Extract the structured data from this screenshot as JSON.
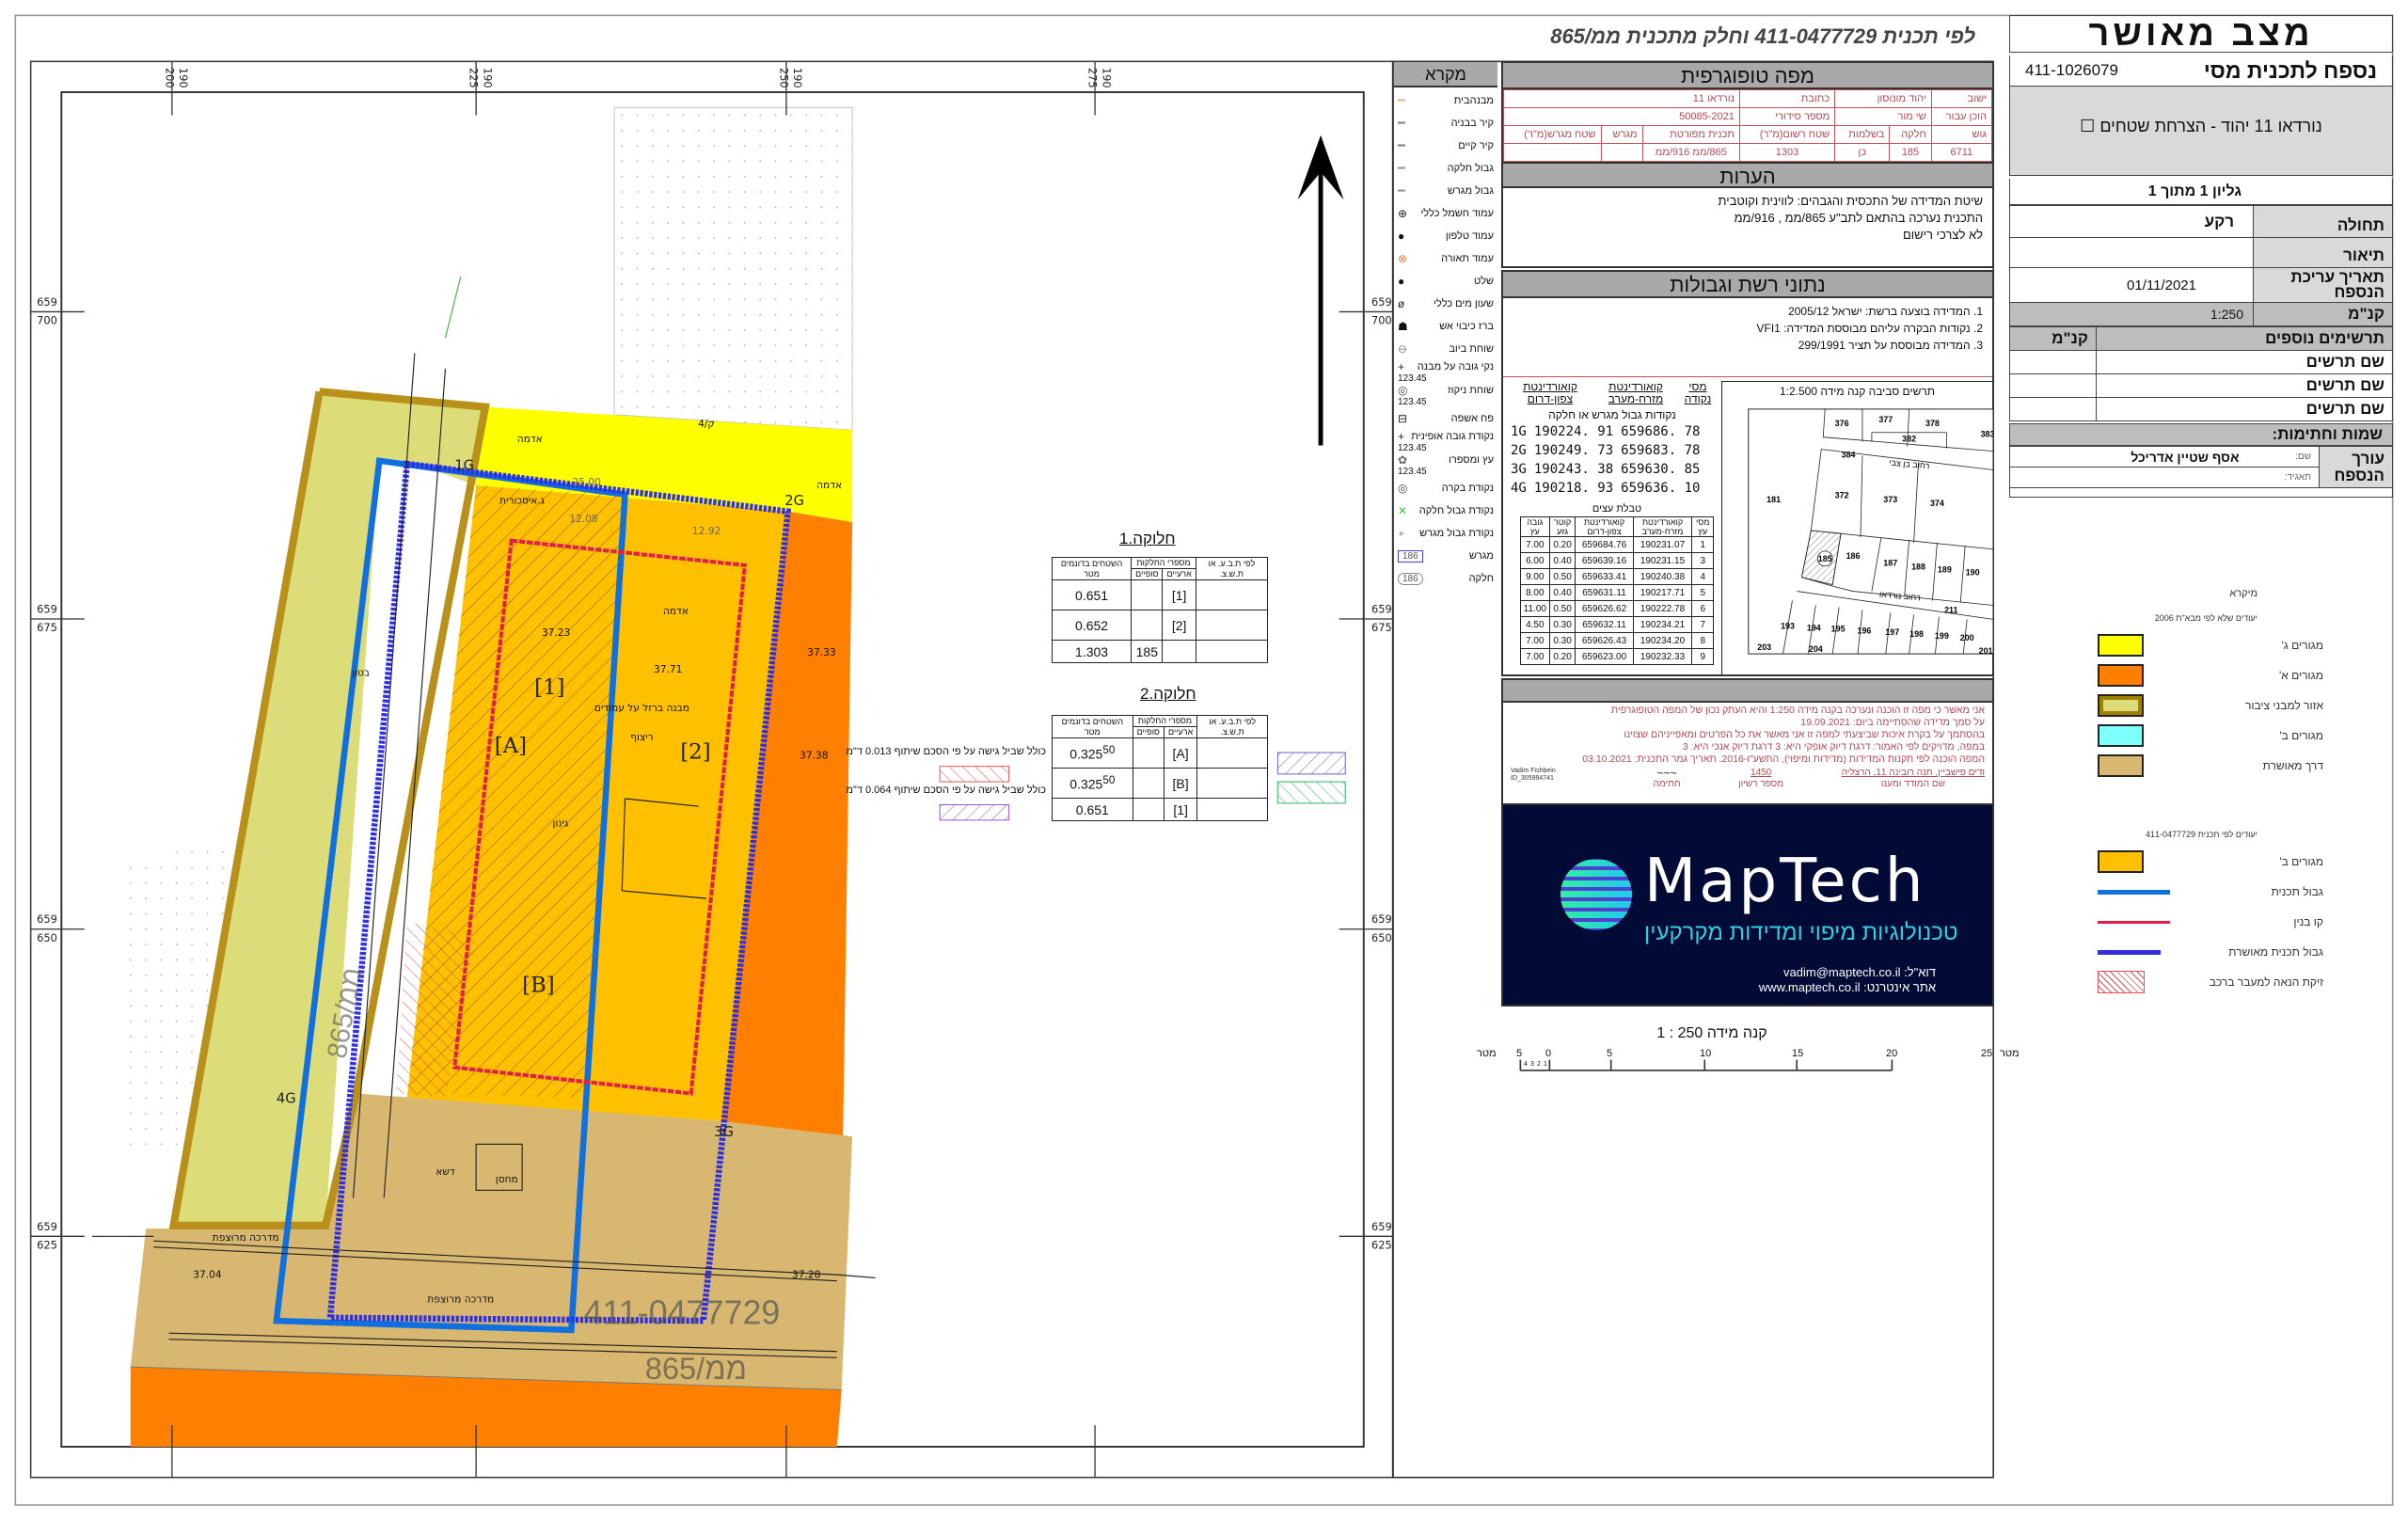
{
  "header": {
    "title": "לפי תכנית 411-0477729 וחלק מתכנית ממ/865"
  },
  "title_block": {
    "status": "מצב מאושר",
    "appendix_label": "נספח לתכנית מסי",
    "plan_number": "411-1026079",
    "project_name": "נורדאו 11 יהוד - הצרחת שטחים",
    "sheet": "גליון 1 מתוך 1",
    "rows": [
      {
        "label": "תחולה",
        "value": "רקע"
      },
      {
        "label": "תיאור",
        "value": ""
      },
      {
        "label": "תאריך עריכת הנספח",
        "value": "01/11/2021"
      },
      {
        "label": "קנ\"מ",
        "value": "1:250"
      }
    ],
    "extra_header": "תרשימים נוספים",
    "extra_scale_header": "קנ\"מ",
    "extra_items": [
      "שם תרשים",
      "שם תרשים",
      "שם תרשים"
    ],
    "signatures_header": "שמות וחתימות:",
    "editor_label": "עורך הנספח",
    "name_label": "שם:",
    "name_value": "אסף שטיין אדריכל",
    "id_label": "תאגיד:"
  },
  "zoning_legend": {
    "title": "מיקרא",
    "group1": "יעודים שלא לפי מבא\"ת 2006",
    "items1": [
      {
        "label": "מגורים ג'",
        "color": "#ffff00"
      },
      {
        "label": "מגורים א'",
        "color": "#ff8000"
      },
      {
        "label": "אזור למבני ציבור",
        "color": "#dcdc78"
      },
      {
        "label": "מגורים ב'",
        "color": "#80ffff"
      },
      {
        "label": "דרך מאושרת",
        "color": "#d8b870"
      }
    ],
    "group2": "יעודים לפי תכנית 411-0477729",
    "items2": [
      {
        "label": "מגורים ב'",
        "color": "#ffc000"
      },
      {
        "label": "גבול תכנית",
        "color": "#1070e0"
      },
      {
        "label": "קו בנין",
        "color": "#e0204a"
      },
      {
        "label": "גבול תכנית מאושרת",
        "color": "#3030e0"
      },
      {
        "label": "זיקת הנאה למעבר ברכב",
        "color": "#e05050"
      }
    ]
  },
  "topo": {
    "header": "מפה טופוגרפית",
    "settlement_label": "ישוב",
    "settlement": "יהוד מונוסון",
    "address_label": "כתובת",
    "address": "נורדאו 11",
    "prepared_for_label": "הוכן עבור",
    "prepared_for": "שי מור",
    "serial_label": "מספר סידורי",
    "serial": "50085-2021",
    "columns": [
      "גוש",
      "חלקה",
      "בשלמות",
      "שטח רשום(מ\"ר)",
      "תכנית מפורטת",
      "מגרש",
      "שטח מגרש(מ\"ר)"
    ],
    "values": [
      "6711",
      "185",
      "כן",
      "1303",
      "865/ממ 916/ממ",
      "",
      ""
    ],
    "notes_header": "הערות",
    "notes": [
      "שיטת המדידה של התכסית והגבהים: לווינית וקוטבית",
      "התכנית נערכה בהתאם לתב\"ע 865/ממ , 916/ממ",
      "לא לצרכי רישום"
    ]
  },
  "network": {
    "header": "נתוני רשת וגבולות",
    "notes": [
      "1. המדידה בוצעה ברשת: ישראל 2005/12",
      "2. נקודות הבקרה עליהם מבוססת המדידה: VFI1",
      "3. המדידה מבוססת על תציר 299/1991"
    ],
    "coord_headers": [
      "מסי נקודה",
      "קואורדינטת מזרח-מערב",
      "קואורדינטת צפון-דרום"
    ],
    "coord_title": "נקודות גבול מגרש או חלקה",
    "points": [
      {
        "id": "1G",
        "e": "190224. 91",
        "n": "659686. 78"
      },
      {
        "id": "2G",
        "e": "190249. 73",
        "n": "659683. 78"
      },
      {
        "id": "3G",
        "e": "190243. 38",
        "n": "659630. 85"
      },
      {
        "id": "4G",
        "e": "190218. 93",
        "n": "659636. 10"
      }
    ],
    "trees_title": "טבלת עצים",
    "tree_headers": [
      "מסי עץ",
      "קואורדינטת מזרח-מערב",
      "קואורדינטת צפון-דרום",
      "קוטר גזע",
      "גובה עץ"
    ],
    "trees": [
      [
        "1",
        "190231.07",
        "659684.76",
        "0.20",
        "7.00"
      ],
      [
        "3",
        "190231.15",
        "659639.16",
        "0.40",
        "6.00"
      ],
      [
        "4",
        "190240.38",
        "659633.41",
        "0.50",
        "9.00"
      ],
      [
        "5",
        "190217.71",
        "659631.11",
        "0.40",
        "8.00"
      ],
      [
        "6",
        "190222.78",
        "659626.62",
        "0.50",
        "11.00"
      ],
      [
        "7",
        "190234.21",
        "659632.11",
        "0.30",
        "4.50"
      ],
      [
        "8",
        "190234.20",
        "659626.43",
        "0.30",
        "7.00"
      ],
      [
        "9",
        "190232.33",
        "659623.00",
        "0.20",
        "7.00"
      ]
    ],
    "vicinity_title": "תרשים סביבה קנה מידה 1:2.500",
    "vicinity_parcels": [
      "376",
      "377",
      "378",
      "382",
      "384",
      "372",
      "373",
      "374",
      "181",
      "185",
      "186",
      "187",
      "188",
      "189",
      "190",
      "211",
      "193",
      "194",
      "195",
      "196",
      "197",
      "198",
      "199",
      "200",
      "203",
      "204",
      "201",
      "383"
    ],
    "vicinity_streets": [
      "רחוב בן צבי",
      "רחוב נורדאו"
    ]
  },
  "certification": {
    "lines": [
      "אני מאשר כי מפה זו הוכנה ונערכה בקנה מידה 1:250 והיא העתק נכון של המפה הטופוגרפית",
      "על סמך מדידה שהסתיימה ביום: 19.09.2021",
      "בהסתמך על בקרת איכות שביצעתי למפה זו אני מאשר את כל הפרטים ומאפייניהם שצוינו",
      "במפה, מדויקים לפי האמור: דרגת דיוק אופקי היא: 3   דרגת דיוק אנכי היא: 3",
      "המפה הוכנה לפי תקנות המדידות (מדידות ומיפוי), התשע\"ו-2016. תאריך גמר התכנית: 03.10.2021"
    ],
    "surveyor": "ודים פישביין, חנה רובינה 11, הרצליה",
    "surveyor_label": "שם המודד ומענו",
    "license": "1450",
    "license_label": "מספר רשיון",
    "signature_label": "חתימה",
    "stamp": "Vadim Fishbein ID_305994741"
  },
  "company": {
    "name": "MapTech",
    "tagline": "טכנולוגיות מיפוי ומדידות מקרקעין",
    "email": "דוא\"ל: vadim@maptech.co.il",
    "website": "אתר אינטרנט: www.maptech.co.il"
  },
  "scale_bar": {
    "title": "קנה מידה 250 : 1",
    "unit": "מטר",
    "ticks": [
      "5",
      "0",
      "5",
      "10",
      "15",
      "20",
      "25"
    ],
    "minor": [
      "4",
      "3",
      "2",
      "1"
    ]
  },
  "symbol_legend": {
    "title": "מקרא",
    "items": [
      "מבנהבית",
      "קיר בבניה",
      "קיר קיים",
      "גבול חלקה",
      "גבול מגרש",
      "עמוד חשמל כללי",
      "עמוד טלפון",
      "עמוד תאורה",
      "שלט",
      "שעון מים כללי",
      "ברז כיבוי אש",
      "שוחת ביוב",
      "נקי גובה על מבנה",
      "שוחת ניקוז",
      "פח אשפה",
      "נקודת גובה אופינית",
      "עץ ומספרו",
      "נקודת בקרה",
      "נקודת גבול חלקה",
      "נקודת גבול מגרש",
      "מגרש",
      "חלקה"
    ],
    "sample_height": "123.45",
    "sample_number": "186"
  },
  "parcellation": {
    "table1_title": "חלוקה.1",
    "table2_title": "חלוקה.2",
    "col_area": "השטחים בדונמים מטר",
    "col_parcels": "מספרי החלקות",
    "col_final": "סופיים",
    "col_temp": "ארעיים",
    "col_plan": "לפי ת.ב.ע. או ת.ש.צ.",
    "table1_rows": [
      [
        "0.651",
        "",
        "[1]"
      ],
      [
        "0.652",
        "",
        "[2]"
      ]
    ],
    "table1_total": [
      "1.303",
      "185",
      ""
    ],
    "table2_rows": [
      [
        "0.325",
        "50",
        "[A]"
      ],
      [
        "0.325",
        "50",
        "[B]"
      ]
    ],
    "table2_total": [
      "0.651",
      "",
      "[1]"
    ],
    "easement_notes": [
      "כולל שביל גישה על פי הסכם שיתוף 0.013 ד\"מ",
      "כולל שביל גישה על פי הסכם שיתוף 0.064 ד\"מ"
    ]
  },
  "map": {
    "grid_x_prefix": "190",
    "grid_x": [
      "200",
      "225",
      "250",
      "275"
    ],
    "grid_y_prefix": "659",
    "grid_y": [
      "700",
      "675",
      "650",
      "625"
    ],
    "points": [
      "1G",
      "2G",
      "3G",
      "4G"
    ],
    "lots": [
      "[1]",
      "[2]",
      "[A]",
      "[B]"
    ],
    "plan_stamp": "411-0477729",
    "old_plan_stamp": "865/ממ",
    "labels": [
      "אדמה",
      "אדמה",
      "אדמה",
      "ריצוף",
      "מחסן",
      "דשא",
      "מדרכה מרוצפת",
      "מדרכה מרוצפת",
      "גינון",
      "מבנה ברזל על עמודים",
      "37.23",
      "37.71",
      "37.33",
      "37.38",
      "37.04",
      "37.28",
      "25.00",
      "12.08",
      "12.92",
      "4/ק",
      "בטון",
      "ג.איסכורית"
    ]
  }
}
